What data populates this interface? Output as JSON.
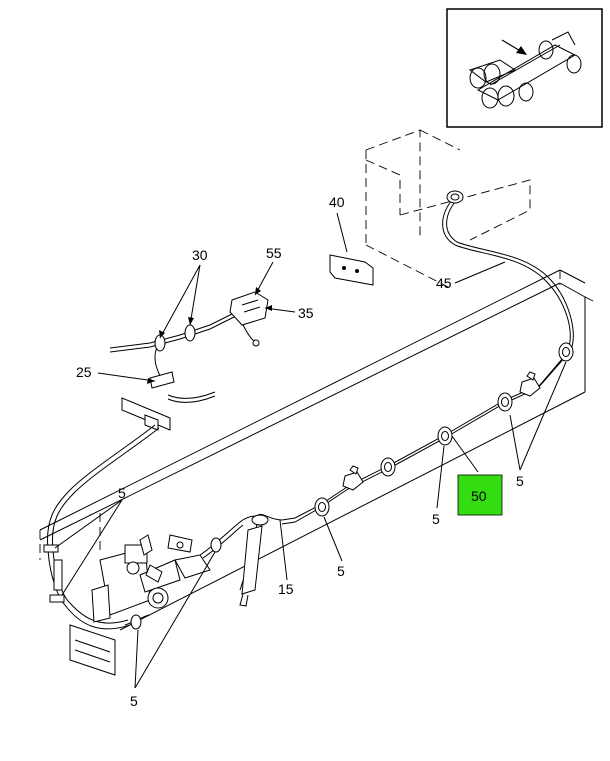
{
  "diagram": {
    "callouts": {
      "c5_left": "5",
      "c5_bottom_left": "5",
      "c5_mid": "5",
      "c5_right_a": "5",
      "c5_right_b": "5",
      "c15": "15",
      "c25": "25",
      "c30": "30",
      "c35": "35",
      "c40": "40",
      "c45": "45",
      "c50": "50",
      "c55": "55"
    },
    "highlight": {
      "part": "50",
      "color": "#33dd11"
    }
  }
}
